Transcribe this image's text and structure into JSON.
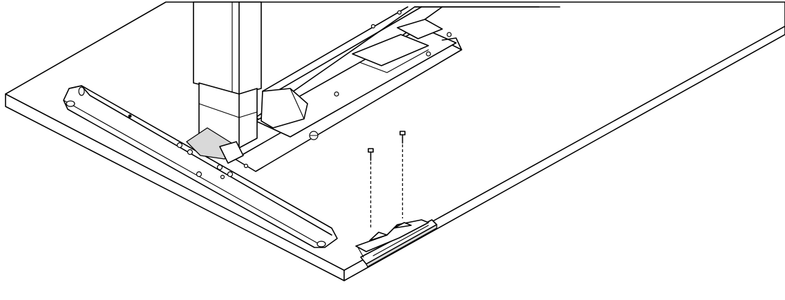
{
  "figure": {
    "kind": "assembly-illustration",
    "subject": "underside-of-desktop-with-leg-frame-and-bracket",
    "colors": {
      "line": "#000000",
      "background": "#ffffff",
      "shade": "#d9d9d9"
    },
    "screws": {
      "count": 2,
      "fastener": "screw"
    }
  }
}
